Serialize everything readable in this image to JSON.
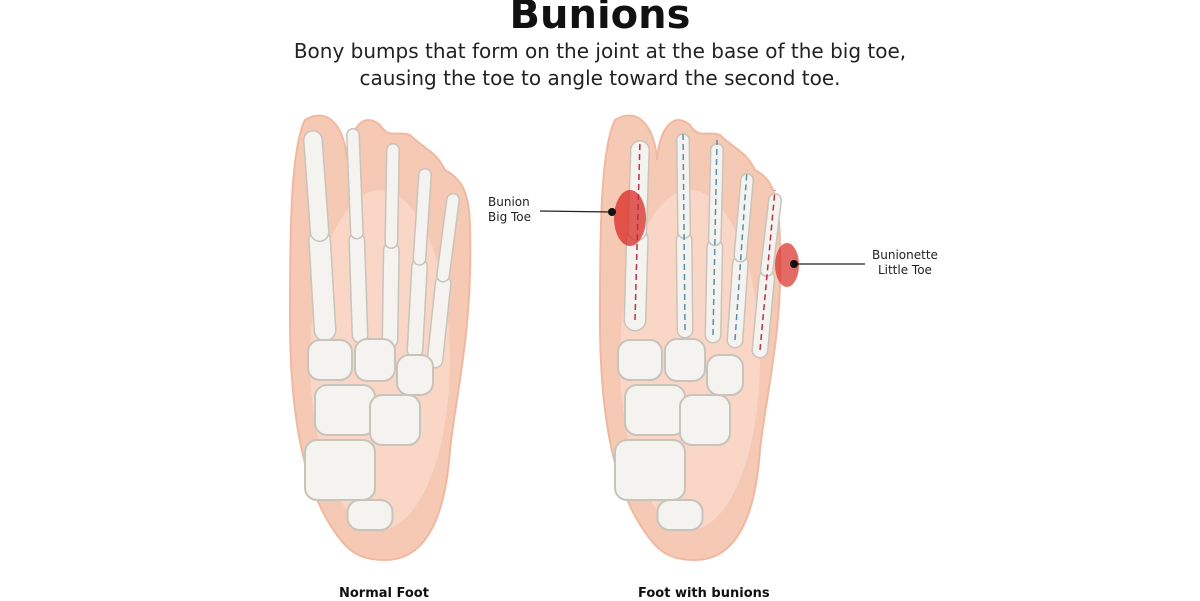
{
  "title": "Bunions",
  "subtitle_line1": "Bony bumps that form on the joint at the base of the big toe,",
  "subtitle_line2": "causing the toe to angle toward the second toe.",
  "labels": {
    "bunion_line1": "Bunion",
    "bunion_line2": "Big Toe",
    "bunionette_line1": "Bunionette",
    "bunionette_line2": "Little Toe"
  },
  "captions": {
    "normal": "Normal Foot",
    "bunions": "Foot with bunions"
  },
  "colors": {
    "skin": "#f6c9b4",
    "skin_inner": "#f9d6c6",
    "bone": "#f4f3ef",
    "bone_stroke": "#c9c4bb",
    "inflammation": "#d92b25",
    "alignment_red": "#b4334a",
    "alignment_blue": "#5a8fa8"
  }
}
